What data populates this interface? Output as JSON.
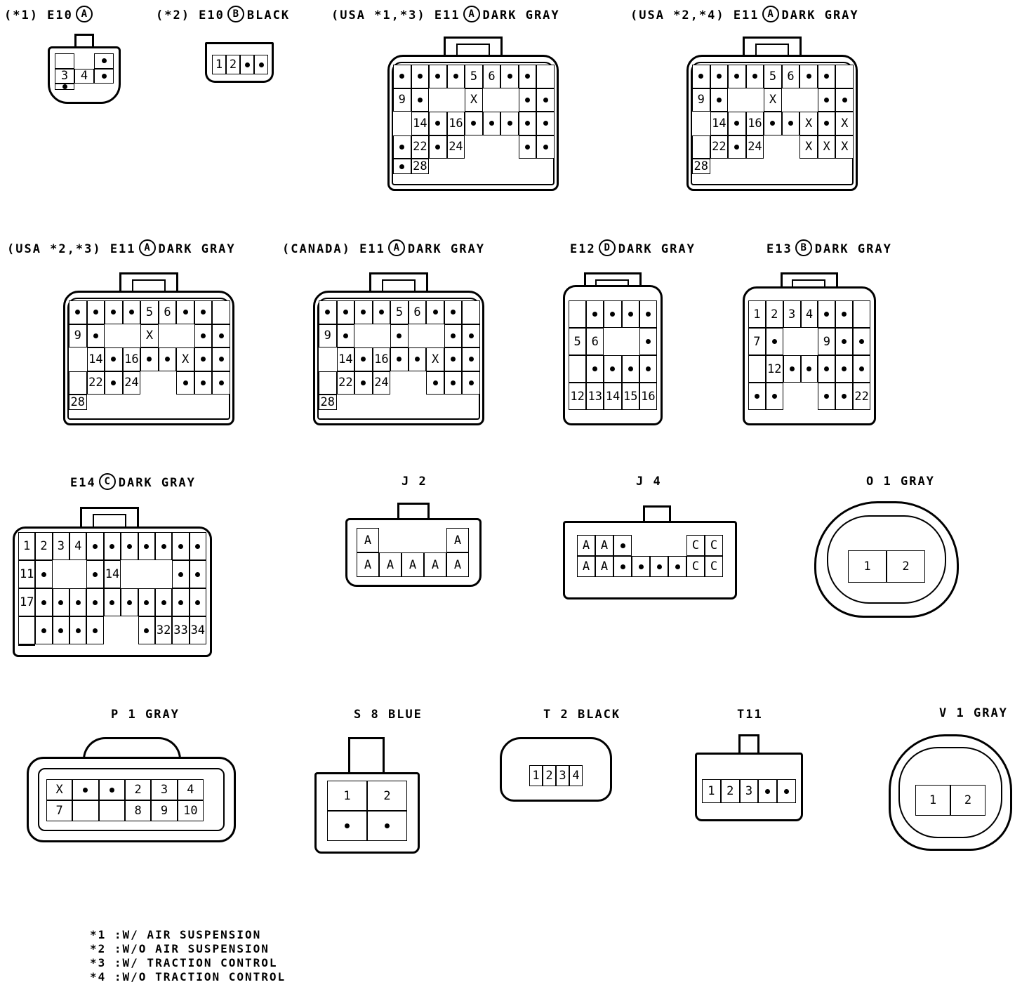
{
  "connectors": [
    {
      "id": "e10a",
      "prefix": "(*1) E10",
      "circle": "A",
      "suffix": "",
      "cols": 3,
      "pins": [
        "",
        "e",
        "d",
        "3",
        "4",
        "d",
        "d"
      ]
    },
    {
      "id": "e10b",
      "prefix": "(*2) E10",
      "circle": "B",
      "suffix": "BLACK",
      "cols": 4,
      "pins": [
        "1",
        "2",
        "d",
        "d"
      ]
    },
    {
      "id": "e11a_usa13",
      "prefix": "(USA *1,*3) E11",
      "circle": "A",
      "suffix": "DARK GRAY",
      "cols": 9,
      "pins": [
        "d",
        "d",
        "d",
        "d",
        "5",
        "6",
        "d",
        "d",
        "",
        "9",
        "d",
        "e",
        "e",
        "X",
        "e",
        "e",
        "d",
        "d",
        "e",
        "14",
        "d",
        "16",
        "d",
        "d",
        "d",
        "d",
        "d",
        "d",
        "22",
        "d",
        "24",
        "e",
        "e",
        "e",
        "d",
        "d",
        "d",
        "28"
      ]
    },
    {
      "id": "e11a_usa24",
      "prefix": "(USA *2,*4) E11",
      "circle": "A",
      "suffix": "DARK GRAY",
      "cols": 9,
      "pins": [
        "d",
        "d",
        "d",
        "d",
        "5",
        "6",
        "d",
        "d",
        "",
        "9",
        "d",
        "e",
        "e",
        "X",
        "e",
        "e",
        "d",
        "d",
        "e",
        "14",
        "d",
        "16",
        "d",
        "d",
        "X",
        "d",
        "X",
        "",
        "22",
        "d",
        "24",
        "e",
        "e",
        "X",
        "X",
        "X",
        "28"
      ]
    },
    {
      "id": "e11a_usa23",
      "prefix": "(USA *2,*3) E11",
      "circle": "A",
      "suffix": "DARK GRAY",
      "cols": 9,
      "pins": [
        "d",
        "d",
        "d",
        "d",
        "5",
        "6",
        "d",
        "d",
        "",
        "9",
        "d",
        "e",
        "e",
        "X",
        "e",
        "e",
        "d",
        "d",
        "e",
        "14",
        "d",
        "16",
        "d",
        "d",
        "X",
        "d",
        "d",
        "",
        "22",
        "d",
        "24",
        "e",
        "e",
        "d",
        "d",
        "d",
        "28"
      ]
    },
    {
      "id": "e11a_canada",
      "prefix": "(CANADA) E11",
      "circle": "A",
      "suffix": "DARK GRAY",
      "cols": 9,
      "pins": [
        "d",
        "d",
        "d",
        "d",
        "5",
        "6",
        "d",
        "d",
        "",
        "9",
        "d",
        "e",
        "e",
        "d",
        "e",
        "e",
        "d",
        "d",
        "e",
        "14",
        "d",
        "16",
        "d",
        "d",
        "X",
        "d",
        "d",
        "",
        "22",
        "d",
        "24",
        "e",
        "e",
        "d",
        "d",
        "d",
        "28"
      ]
    },
    {
      "id": "e12d",
      "prefix": "E12",
      "circle": "D",
      "suffix": "DARK GRAY",
      "cols": 5,
      "pins": [
        "",
        "d",
        "d",
        "d",
        "d",
        "5",
        "6",
        "e",
        "e",
        "d",
        "",
        "d",
        "d",
        "d",
        "d",
        "12",
        "13",
        "14",
        "15",
        "16"
      ]
    },
    {
      "id": "e13b",
      "prefix": "E13",
      "circle": "B",
      "suffix": "DARK GRAY",
      "cols": 7,
      "pins": [
        "1",
        "2",
        "3",
        "4",
        "d",
        "d",
        "",
        "7",
        "d",
        "e",
        "e",
        "9",
        "d",
        "d",
        "",
        "12",
        "d",
        "d",
        "d",
        "d",
        "d",
        "d",
        "d",
        "e",
        "e",
        "d",
        "d",
        "22"
      ]
    },
    {
      "id": "e14c",
      "prefix": "E14",
      "circle": "C",
      "suffix": "DARK GRAY",
      "cols": 11,
      "pins": [
        "1",
        "2",
        "3",
        "4",
        "d",
        "d",
        "d",
        "d",
        "d",
        "d",
        "d",
        "11",
        "d",
        "e",
        "e",
        "d",
        "14",
        "e",
        "e",
        "e",
        "d",
        "d",
        "17",
        "d",
        "d",
        "d",
        "d",
        "d",
        "d",
        "d",
        "d",
        "d",
        "d",
        "",
        "d",
        "d",
        "d",
        "d",
        "e",
        "e",
        "d",
        "32",
        "33",
        "34",
        ""
      ]
    },
    {
      "id": "j2",
      "prefix": "J 2",
      "circle": "",
      "suffix": "",
      "cols": 5,
      "pins": [
        "A",
        "e",
        "e",
        "e",
        "A",
        "A",
        "A",
        "A",
        "A",
        "A"
      ]
    },
    {
      "id": "j4",
      "prefix": "J 4",
      "circle": "",
      "suffix": "",
      "cols": 8,
      "pins": [
        "A",
        "A",
        "d",
        "e",
        "e",
        "e",
        "C",
        "C",
        "A",
        "A",
        "d",
        "d",
        "d",
        "d",
        "C",
        "C"
      ]
    },
    {
      "id": "o1",
      "prefix": "O 1",
      "circle": "",
      "suffix": "GRAY",
      "cols": 2,
      "pins": [
        "1",
        "2"
      ]
    },
    {
      "id": "p1",
      "prefix": "P 1",
      "circle": "",
      "suffix": "GRAY",
      "cols": 6,
      "pins": [
        "X",
        "d",
        "d",
        "2",
        "3",
        "4",
        "7",
        "",
        "",
        "8",
        "9",
        "10"
      ]
    },
    {
      "id": "s8",
      "prefix": "S 8",
      "circle": "",
      "suffix": "BLUE",
      "cols": 2,
      "pins": [
        "1",
        "2",
        "d",
        "d"
      ]
    },
    {
      "id": "t2",
      "prefix": "T 2",
      "circle": "",
      "suffix": "BLACK",
      "cols": 4,
      "pins": [
        "1",
        "2",
        "3",
        "4"
      ]
    },
    {
      "id": "t11",
      "prefix": "T11",
      "circle": "",
      "suffix": "",
      "cols": 5,
      "pins": [
        "1",
        "2",
        "3",
        "d",
        "d"
      ]
    },
    {
      "id": "v1",
      "prefix": "V 1",
      "circle": "",
      "suffix": "GRAY",
      "cols": 2,
      "pins": [
        "1",
        "2"
      ]
    }
  ],
  "notes": [
    "*1 :W/ AIR SUSPENSION",
    "*2 :W/O AIR SUSPENSION",
    "*3 :W/ TRACTION CONTROL",
    "*4 :W/O TRACTION CONTROL"
  ]
}
